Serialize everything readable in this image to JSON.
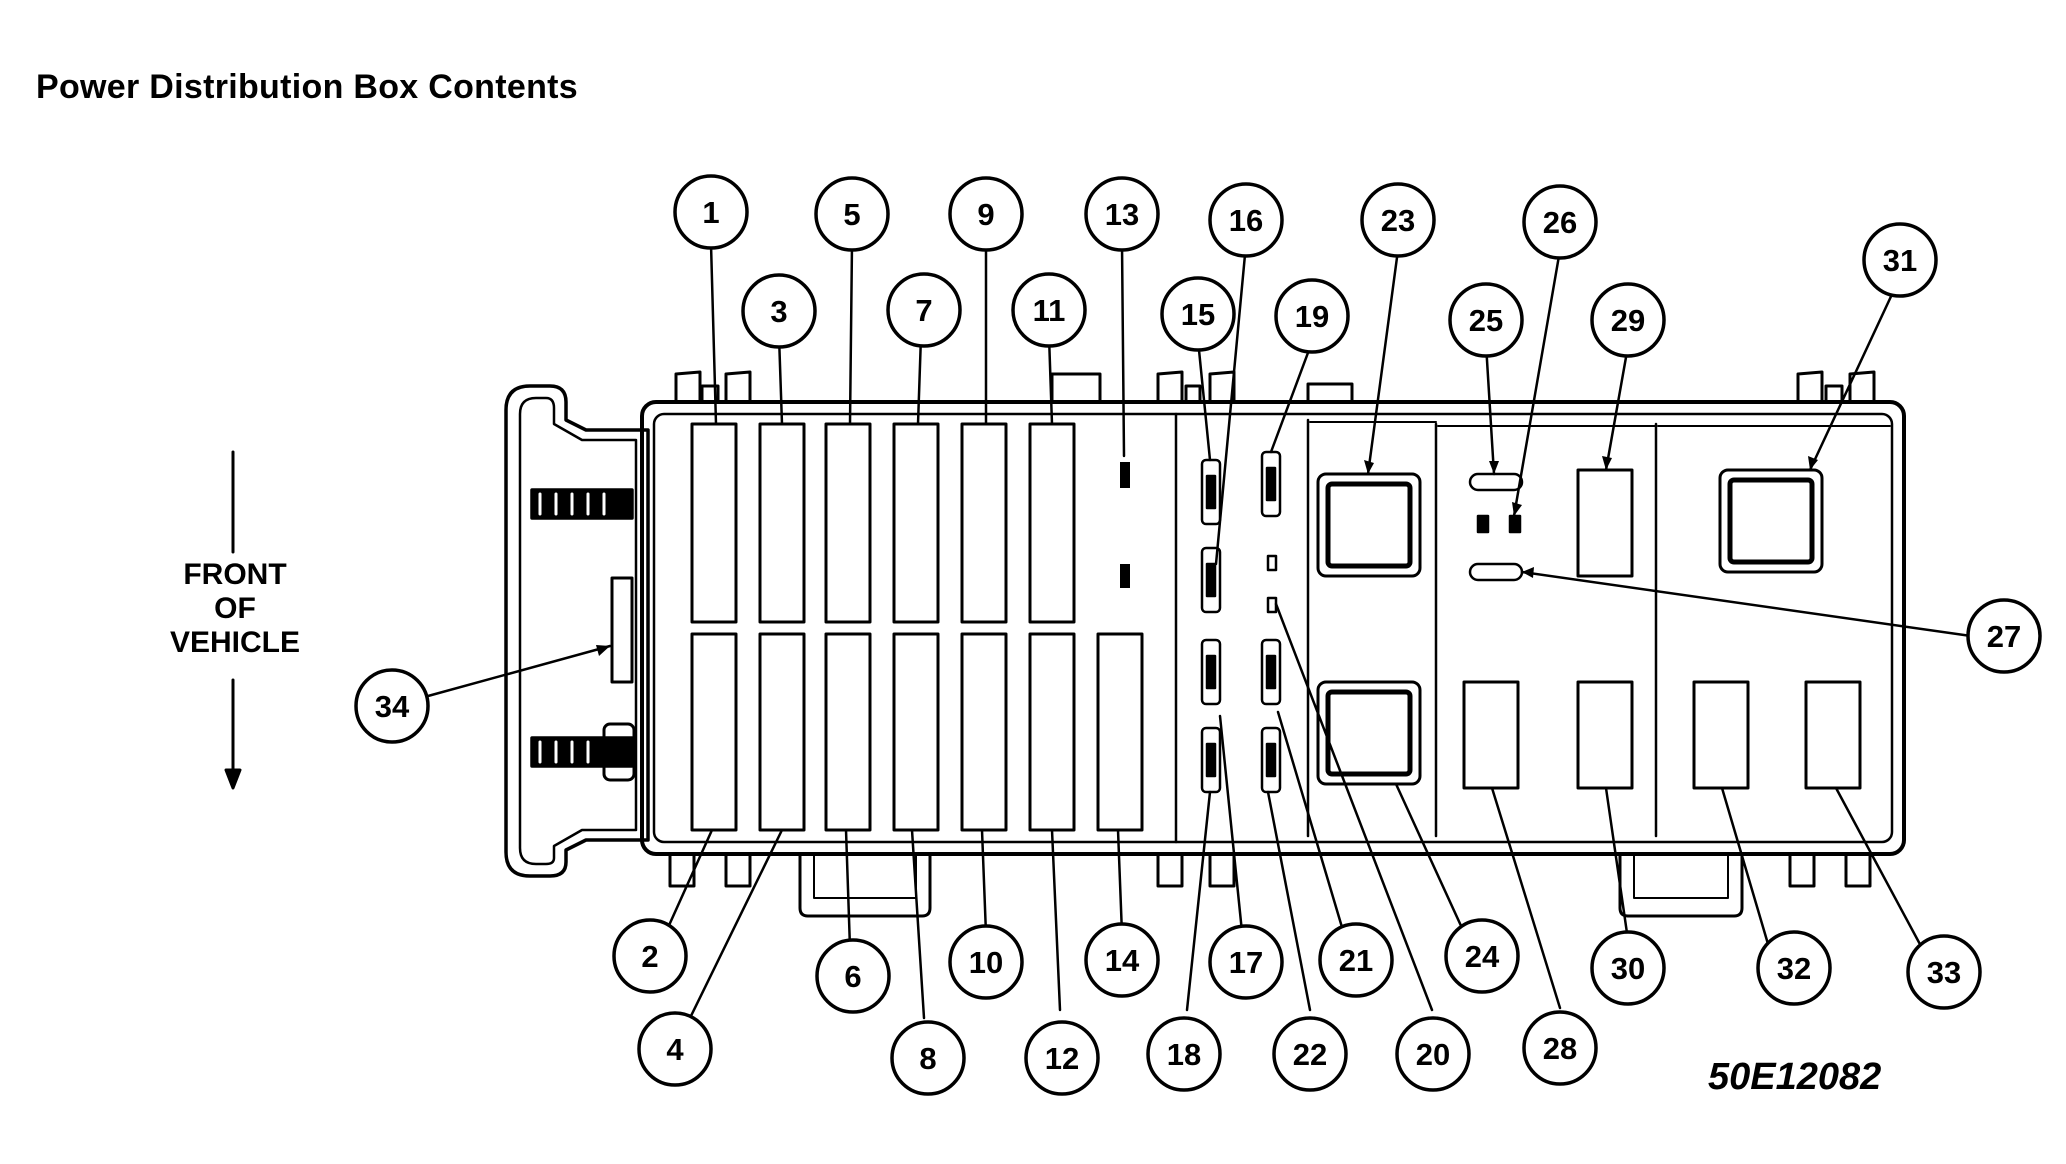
{
  "title": "Power Distribution Box Contents",
  "figure_id": "50E12082",
  "orientation_label": [
    "FRONT",
    "OF",
    "VEHICLE"
  ],
  "callouts": [
    "1",
    "2",
    "3",
    "4",
    "5",
    "6",
    "7",
    "8",
    "9",
    "10",
    "11",
    "12",
    "13",
    "14",
    "15",
    "16",
    "17",
    "18",
    "19",
    "20",
    "21",
    "22",
    "23",
    "24",
    "25",
    "26",
    "27",
    "28",
    "29",
    "30",
    "31",
    "32",
    "33",
    "34"
  ]
}
